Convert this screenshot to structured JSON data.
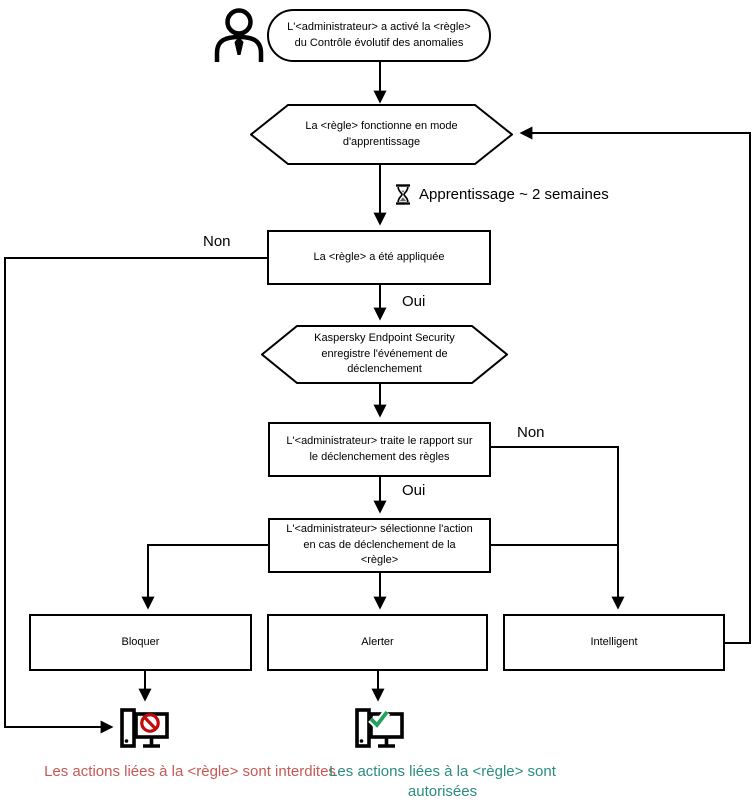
{
  "diagram": {
    "start": {
      "text": "L'<administrateur> a activé la <règle> du Contrôle évolutif des anomalies"
    },
    "learning_mode": {
      "text": "La <règle> fonctionne en mode d'apprentissage"
    },
    "learning_duration": {
      "text": "Apprentissage ~ 2 semaines"
    },
    "rule_applied": {
      "text": "La <règle> a été appliquée"
    },
    "security_logs": {
      "text": "Kaspersky Endpoint Security enregistre l'événement de déclenchement"
    },
    "admin_report": {
      "text": "L'<administrateur> traite le rapport sur le déclenchement des règles"
    },
    "admin_action": {
      "text": "L'<administrateur> sélectionne l'action en cas de déclenchement de la <règle>"
    },
    "actions": {
      "block": "Bloquer",
      "alert": "Alerter",
      "smart": "Intelligent"
    },
    "labels": {
      "no_left": "Non",
      "yes_top": "Oui",
      "no_right": "Non",
      "yes_bottom": "Oui"
    },
    "outcomes": {
      "blocked": {
        "text": "Les actions liées à la <règle> sont interdites",
        "color": "#c65a55"
      },
      "allowed": {
        "text": "Les actions liées à la <règle> sont autorisées",
        "color": "#2a8d80"
      }
    },
    "colors": {
      "line": "#000000",
      "prohibition_icon": "#c30b0b",
      "check_icon": "#23a25c"
    }
  }
}
